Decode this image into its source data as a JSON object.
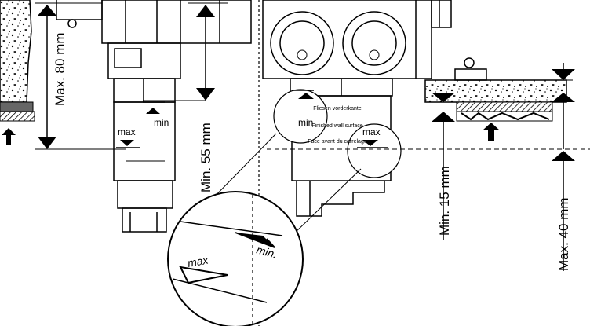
{
  "labels": {
    "max_80": "Max. 80 mm",
    "min_55": "Min. 55 mm",
    "min_15": "Min. 15 mm",
    "max_40": "Max. 40 mm",
    "min_mark": "min",
    "max_mark": "max",
    "tile_de": "Fliesen vorderkante",
    "tile_en": "Finished wall surface",
    "tile_fr": "Face avant du carrelage",
    "zoom_min": "min.",
    "zoom_max": "max"
  }
}
